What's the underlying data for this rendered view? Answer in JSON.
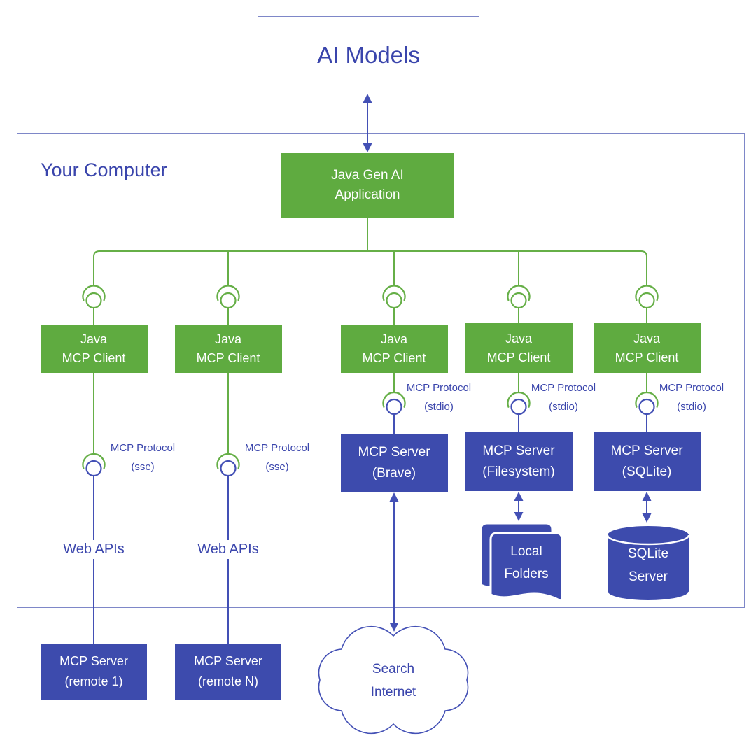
{
  "colors": {
    "green": "#5FAB40",
    "green_line": "#66AF47",
    "blue": "#3D4BAD",
    "blue_line": "#4350B5",
    "text_blue": "#3A45AC",
    "border_light": "#7E87C8",
    "box_text": "#FFFFFF"
  },
  "nodes": {
    "ai_models": "AI Models",
    "your_computer": "Your Computer",
    "app": "Java Gen AI\nApplication",
    "client": "Java\nMCP Client",
    "protocol_sse": "MCP Protocol\n(sse)",
    "protocol_stdio": "MCP Protocol\n(stdio)",
    "web_apis": "Web APIs",
    "server_brave": "MCP Server\n(Brave)",
    "server_filesystem": "MCP Server\n(Filesystem)",
    "server_sqlite": "MCP Server\n(SQLite)",
    "server_remote1": "MCP Server\n(remote 1)",
    "server_remoteN": "MCP Server\n(remote N)",
    "local_folders": "Local\nFolders",
    "sqlite_server": "SQLite\nServer",
    "search_internet": "Search\nInternet"
  }
}
